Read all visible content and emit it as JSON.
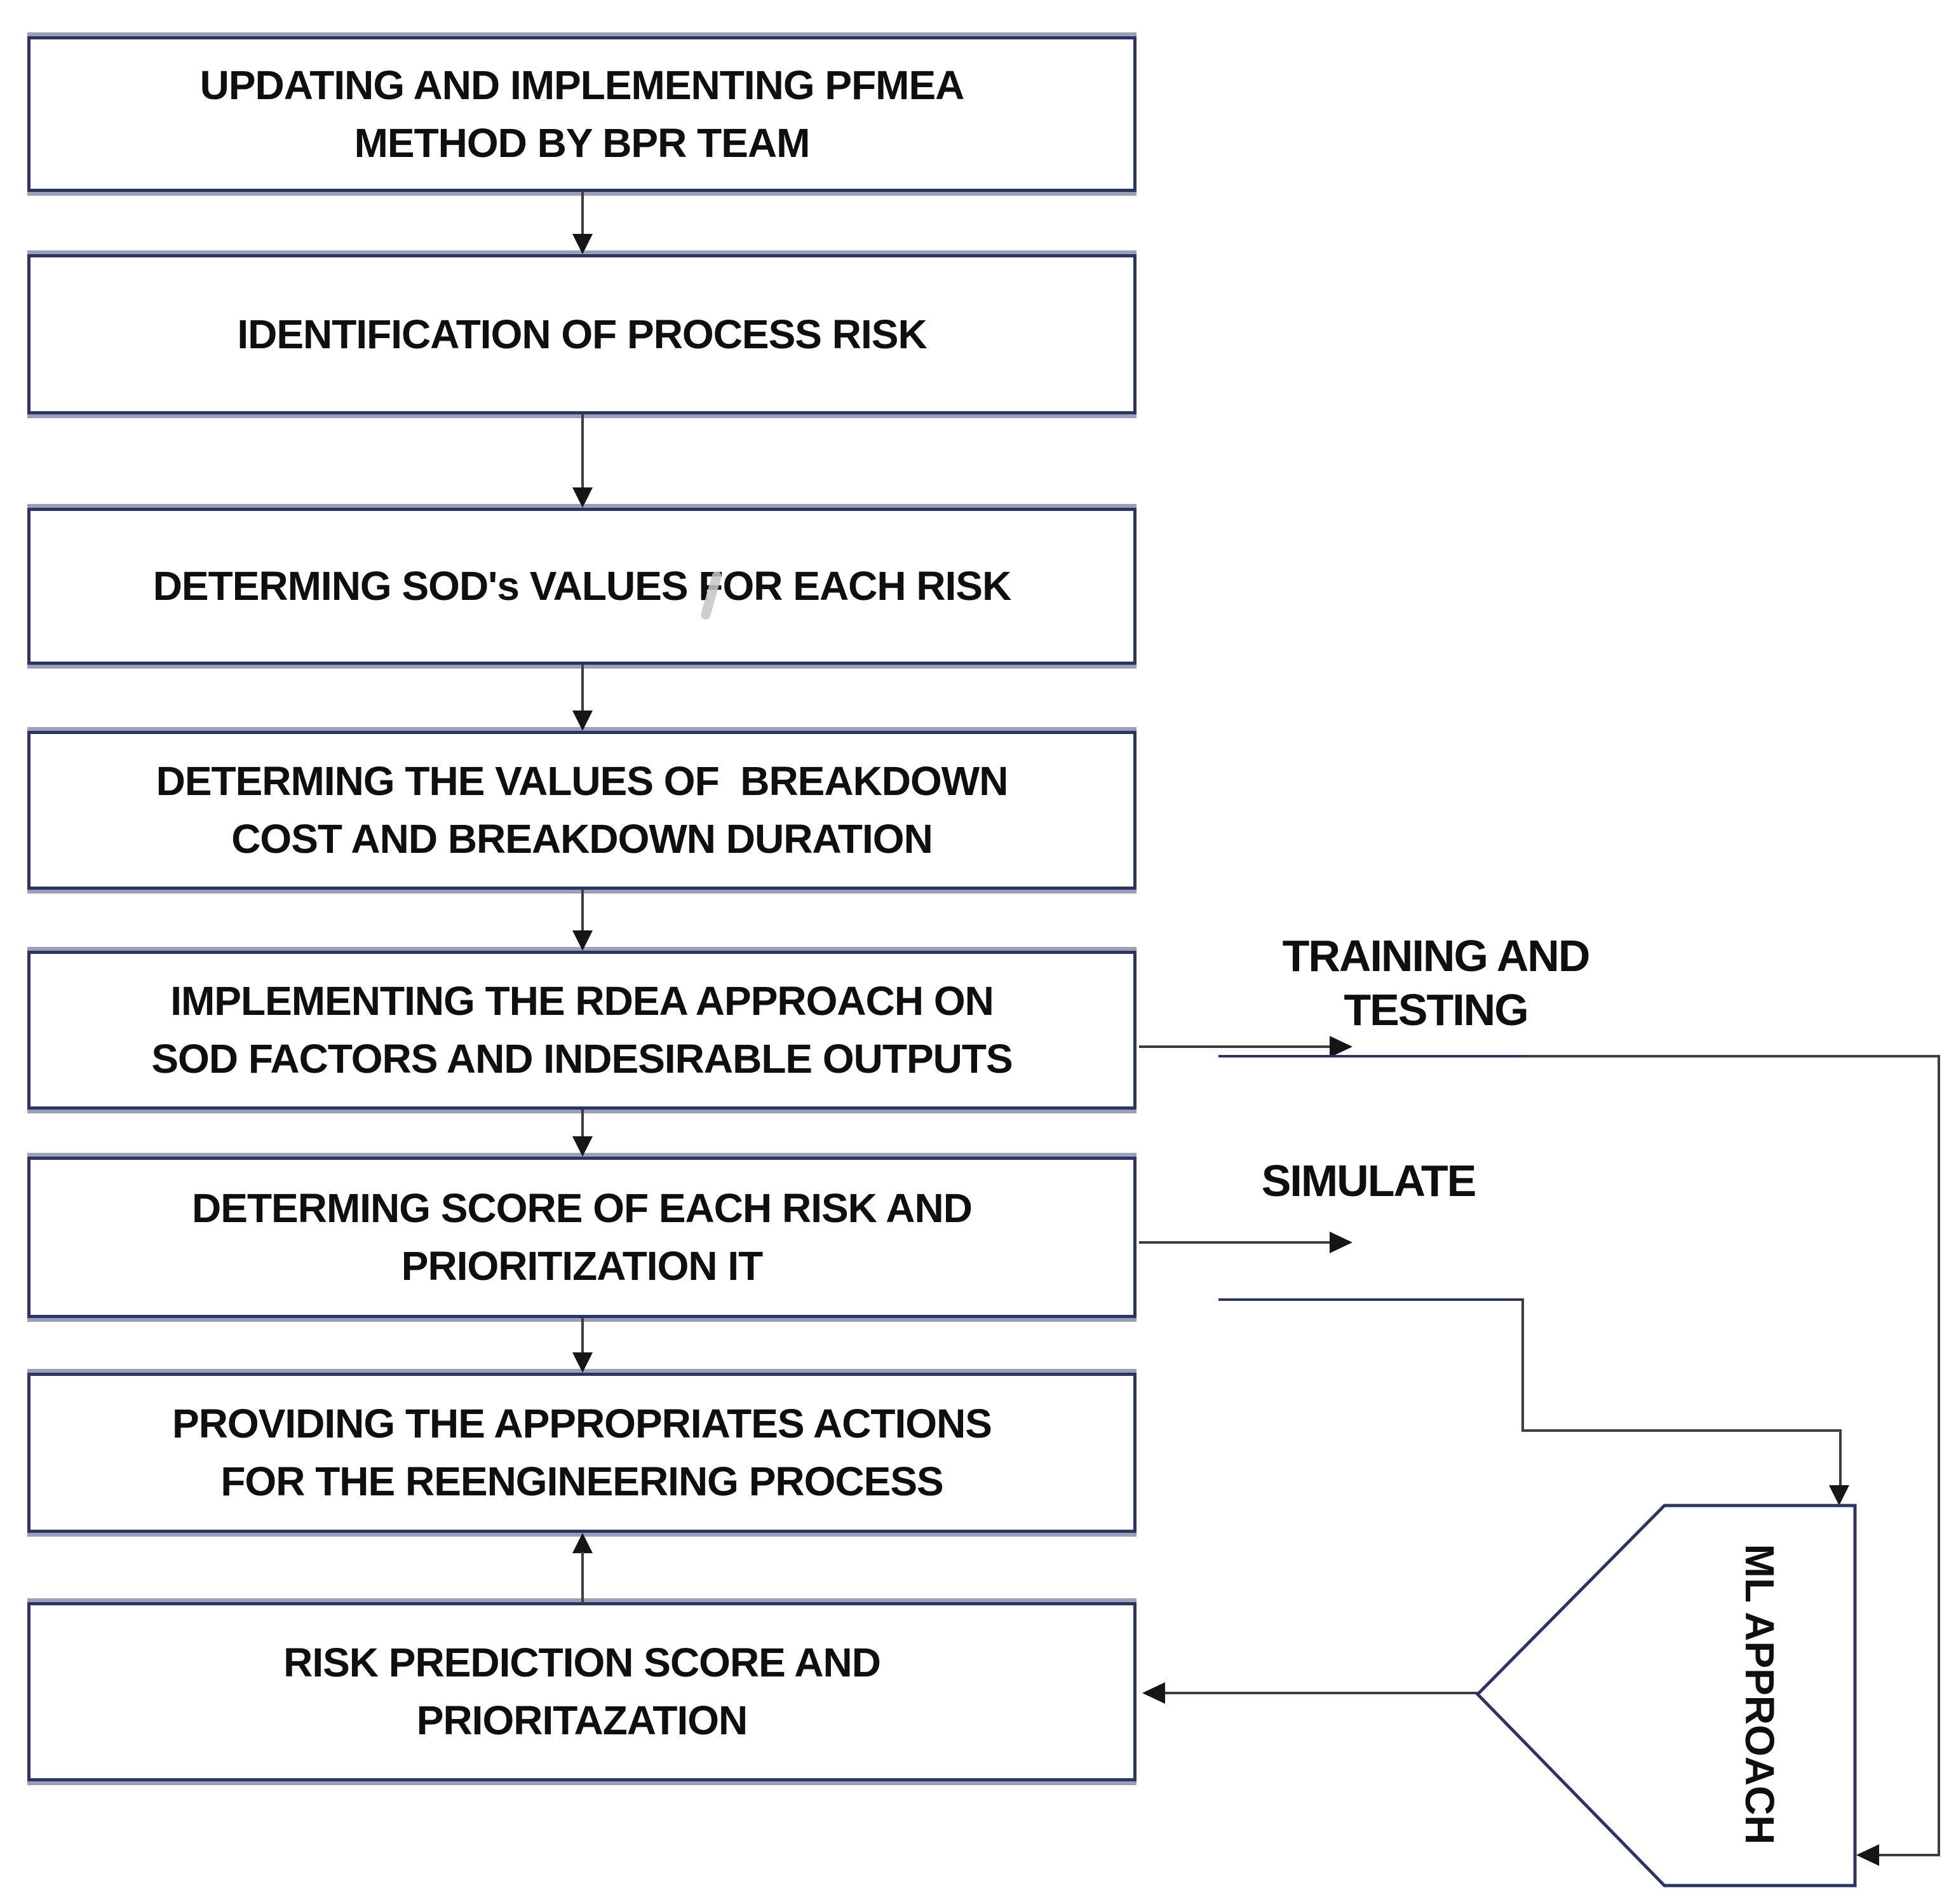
{
  "diagram": {
    "boxes": [
      {
        "id": "updating-pfmea",
        "label": "UPDATING AND IMPLEMENTING PFMEA\nMETHOD BY BPR TEAM"
      },
      {
        "id": "identification",
        "label": "IDENTIFICATION OF PROCESS RISK"
      },
      {
        "id": "sod-values",
        "label": "DETERMING SOD's VALUES FOR EACH RISK"
      },
      {
        "id": "breakdown-values",
        "label": "DETERMING THE VALUES OF  BREAKDOWN\nCOST AND BREAKDOWN DURATION"
      },
      {
        "id": "rdea-approach",
        "label": "IMPLEMENTING THE RDEA APPROACH ON\nSOD FACTORS AND INDESIRABLE OUTPUTS"
      },
      {
        "id": "risk-score",
        "label": "DETERMING SCORE OF EACH RISK AND\nPRIORITIZATION IT"
      },
      {
        "id": "actions",
        "label": "PROVIDING THE APPROPRIATES ACTIONS\nFOR THE REENGINEERING PROCESS"
      },
      {
        "id": "risk-prediction",
        "label": "RISK PREDICTION SCORE AND\nPRIORITAZATION"
      }
    ],
    "side_labels": {
      "training_testing": "TRAINING AND\nTESTING",
      "simulate": "SIMULATE",
      "ml_approach": "ML APPROACH"
    },
    "colors": {
      "box_border": "#2e3460",
      "box_shadow_line": "#9aa0b8",
      "connector_dark": "#3d3d3d",
      "connector_navy": "#2e3460",
      "arrowhead": "#161616",
      "text": "#0f0f0f",
      "background": "#ffffff"
    }
  }
}
